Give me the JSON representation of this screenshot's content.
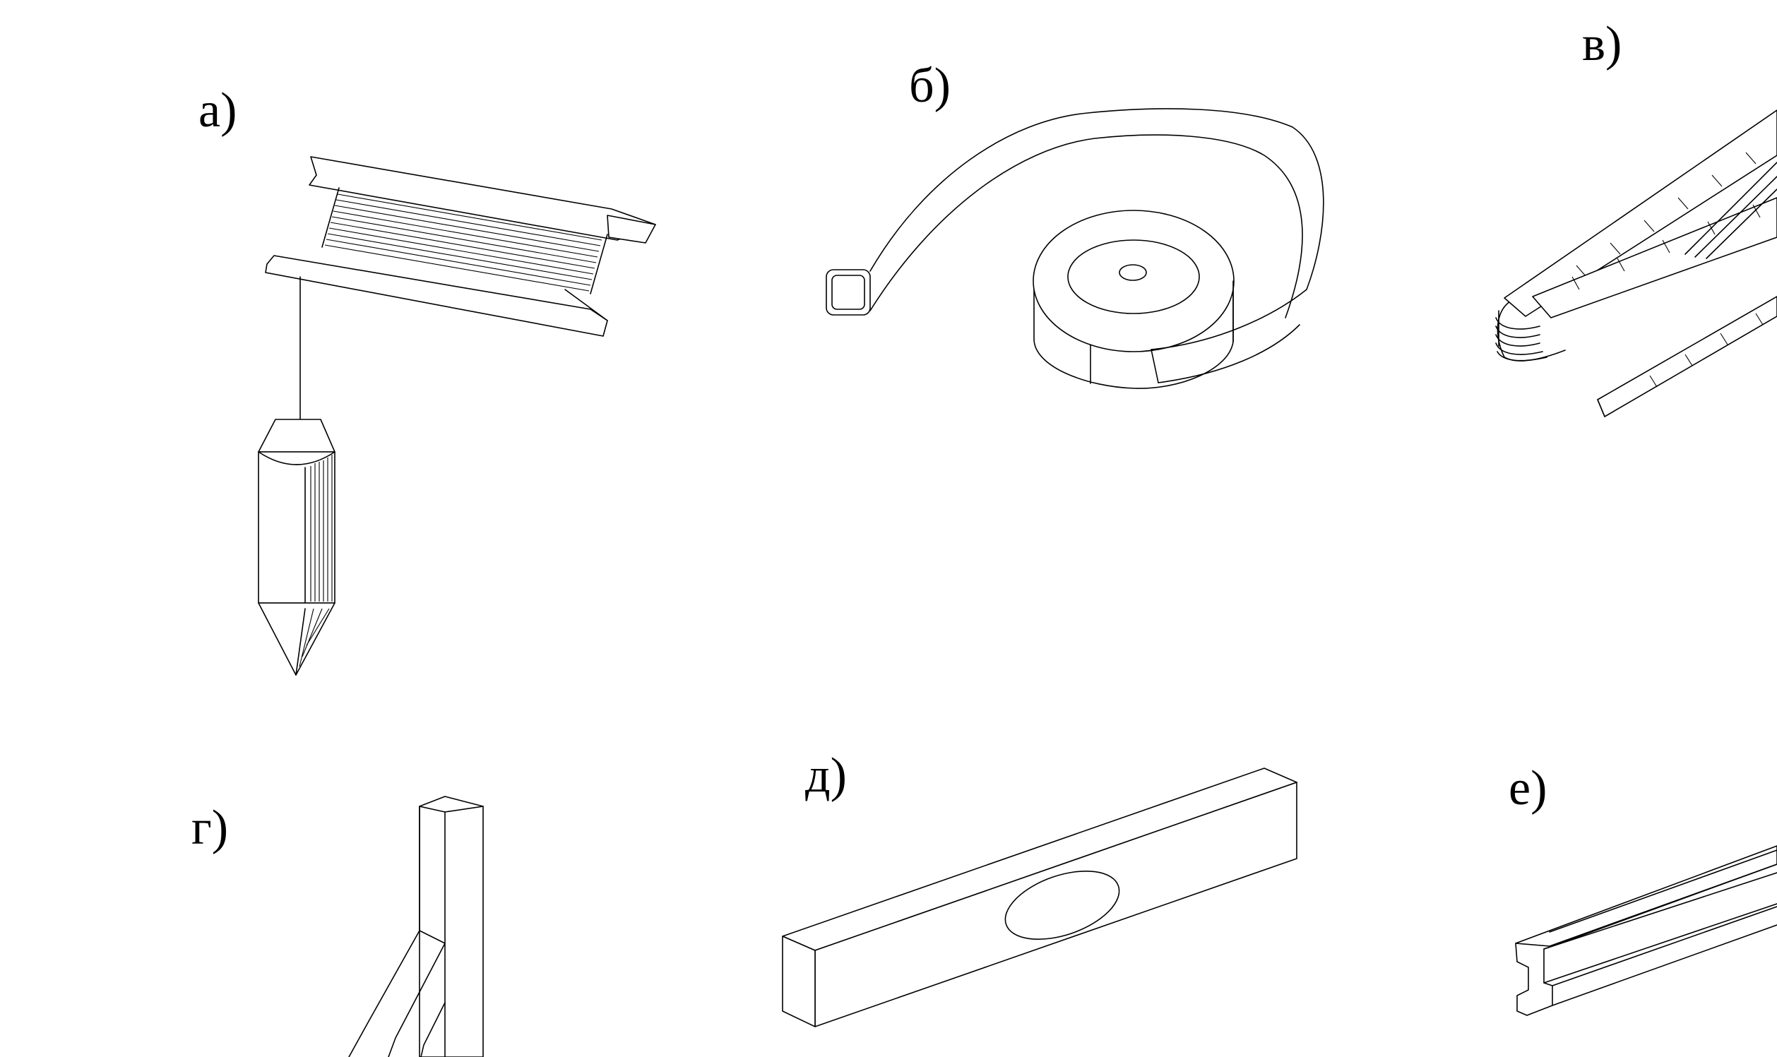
{
  "figure": {
    "colors": {
      "line": "#000000",
      "background": "#ffffff"
    },
    "panels": [
      {
        "label": "а)",
        "icon": "plumb-bob-on-reel-icon"
      },
      {
        "label": "б)",
        "icon": "tape-measure-icon"
      },
      {
        "label": "в)",
        "icon": "folding-ruler-icon"
      },
      {
        "label": "г)",
        "icon": "square-icon"
      },
      {
        "label": "д)",
        "icon": "spirit-level-icon"
      },
      {
        "label": "е)",
        "icon": "rail-profile-icon"
      }
    ]
  }
}
